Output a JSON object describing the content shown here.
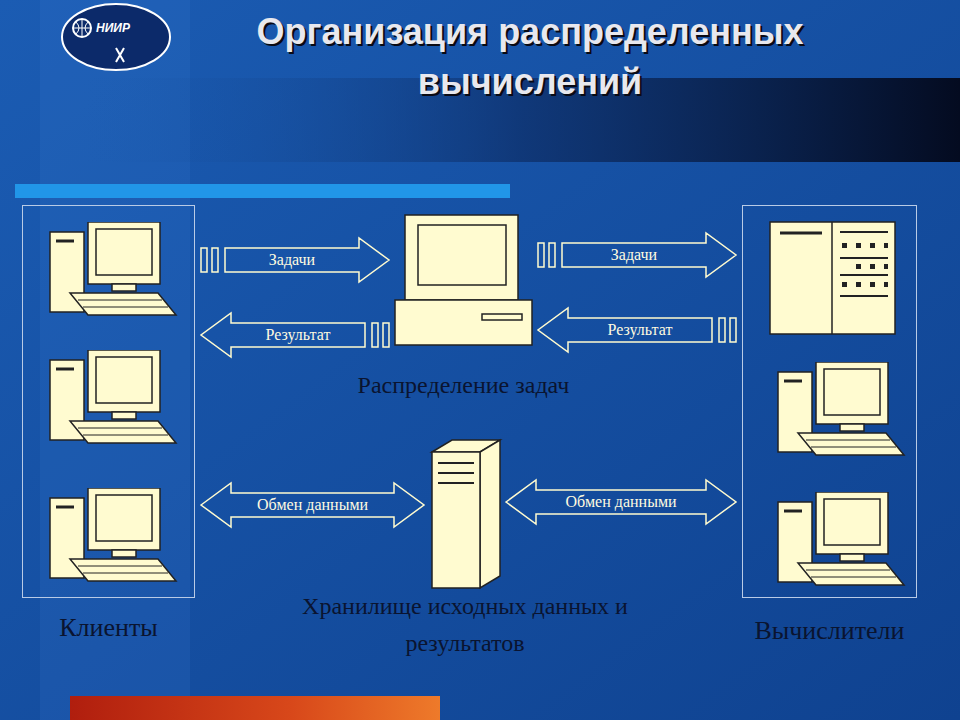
{
  "diagram": {
    "title": "Организация распределенных вычислений",
    "nodes": [
      {
        "text": [
          "Клиенты"
        ]
      },
      {
        "text": [
          "Распределение задач"
        ]
      },
      {
        "text": [
          "Вычислители"
        ]
      },
      {
        "text": [
          "Хранилище исходных данных и результатов"
        ]
      }
    ],
    "edges": [
      {
        "from": 0,
        "to": 1,
        "arrow": "to",
        "label": "Задачи"
      },
      {
        "from": 1,
        "to": 0,
        "arrow": "to",
        "label": "Результат"
      },
      {
        "from": 1,
        "to": 2,
        "arrow": "to",
        "label": "Задачи"
      },
      {
        "from": 2,
        "to": 1,
        "arrow": "to",
        "label": "Результат"
      },
      {
        "from": 0,
        "to": 3,
        "arrow": "both",
        "label": "Обмен данными"
      },
      {
        "from": 3,
        "to": 2,
        "arrow": "both",
        "label": "Обмен данными"
      }
    ],
    "labels": [
      "НИИР"
    ]
  }
}
